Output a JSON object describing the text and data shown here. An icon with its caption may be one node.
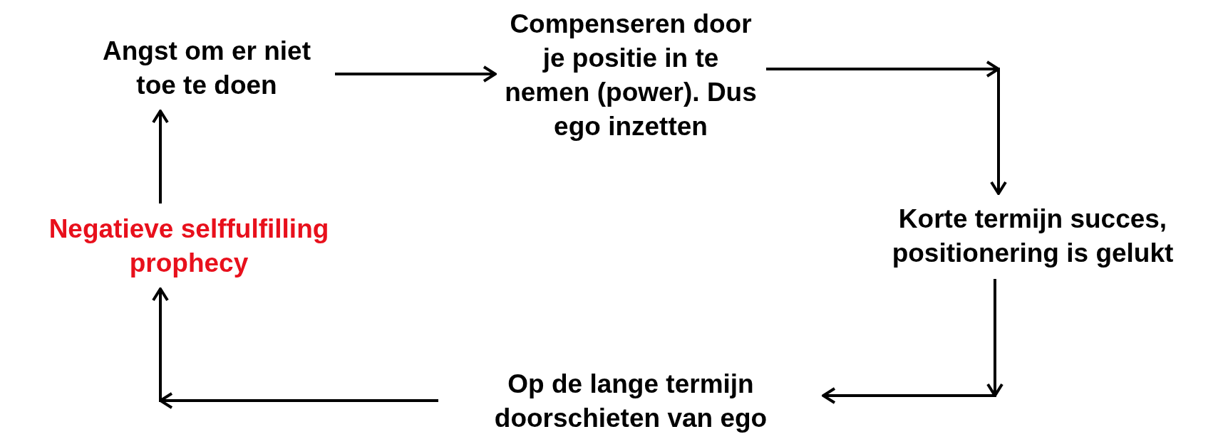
{
  "diagram": {
    "nodes": [
      {
        "text": [
          "Angst om er niet toe te doen"
        ]
      },
      {
        "text": [
          "Compenseren door je positie in te nemen (power). Dus ego inzetten"
        ]
      },
      {
        "text": [
          "Korte termijn succes, positionering is gelukt"
        ]
      },
      {
        "text": [
          "Op de lange termijn doorschieten van ego"
        ]
      },
      {
        "text": [
          "Negatieve selffulfilling prophecy"
        ]
      }
    ],
    "edges": [
      {
        "from": 0,
        "to": 1,
        "arrow": "to"
      },
      {
        "from": 1,
        "to": 2,
        "arrow": "to"
      },
      {
        "from": 2,
        "to": 3,
        "arrow": "to"
      },
      {
        "from": 3,
        "to": 4,
        "arrow": "to"
      },
      {
        "from": 4,
        "to": 0,
        "arrow": "to"
      }
    ]
  }
}
